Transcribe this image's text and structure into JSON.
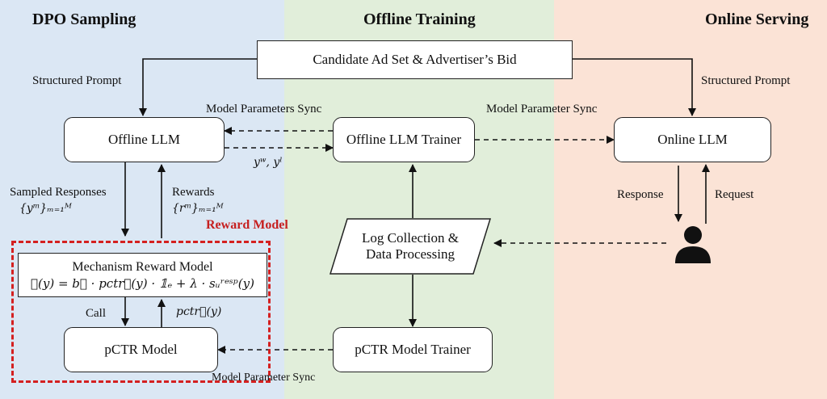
{
  "panels": {
    "left_title": "DPO Sampling",
    "middle_title": "Offline Training",
    "right_title": "Online Serving",
    "colors": {
      "left": "#dbe7f4",
      "middle": "#e1eeda",
      "right": "#fbe3d6"
    }
  },
  "nodes": {
    "candidate": "Candidate Ad Set & Advertiser’s Bid",
    "offline_llm": "Offline LLM",
    "offline_llm_trainer": "Offline LLM Trainer",
    "online_llm": "Online LLM",
    "log_collection_line1": "Log Collection &",
    "log_collection_line2": "Data Processing",
    "mechanism_title": "Mechanism Reward Model",
    "mechanism_formula": "ℛ(y) = b⃗ · pctr⃗(y) · 𝟙ₑ + λ · sᵤʳᵉˢᵖ(y)",
    "pctr_model": "pCTR Model",
    "pctr_trainer": "pCTR Model Trainer"
  },
  "edges": {
    "structured_prompt_left": "Structured Prompt",
    "structured_prompt_right": "Structured Prompt",
    "model_params_sync_left": "Model Parameters Sync",
    "model_param_sync_right": "Model Parameter Sync",
    "model_param_sync_bottom": "Model Parameter Sync",
    "yw_yl": "yʷ, yˡ",
    "sampled_responses": "Sampled Responses",
    "sampled_responses_math": "{yᵐ}ₘ₌₁ᴹ",
    "rewards": "Rewards",
    "rewards_math": "{rᵐ}ₘ₌₁ᴹ",
    "call": "Call",
    "pctr_return": "pctr⃗(y)",
    "response": "Response",
    "request": "Request"
  },
  "reward_model_label": "Reward Model",
  "icons": {
    "user": "user-icon"
  }
}
